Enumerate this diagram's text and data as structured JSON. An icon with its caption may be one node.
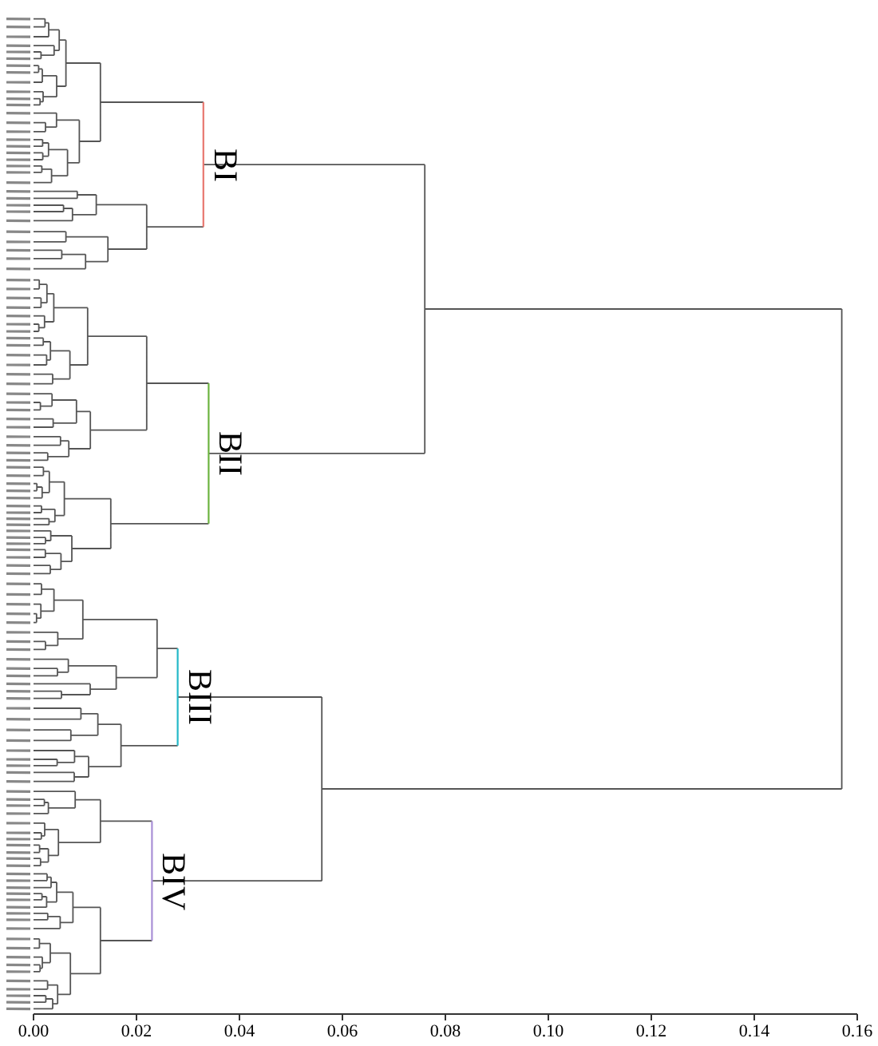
{
  "diagram": {
    "labels": [
      "BI",
      "BII",
      "BIII",
      "BIV",
      "0.00",
      "0.02",
      "0.04",
      "0.06",
      "0.08",
      "0.10",
      "0.12",
      "0.14",
      "0.16"
    ]
  }
}
